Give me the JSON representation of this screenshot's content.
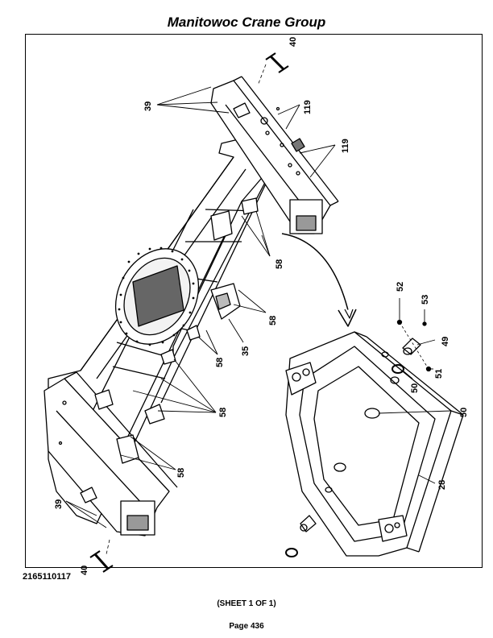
{
  "header": {
    "title": "Manitowoc Crane Group"
  },
  "footer": {
    "figure_number": "2165110117",
    "sheet": "(SHEET 1 OF 1)",
    "page": "Page 436"
  },
  "callouts": {
    "c40_top": "40",
    "c39_top": "39",
    "c119_a": "119",
    "c119_b": "119",
    "c58_a": "58",
    "c58_b": "58",
    "c58_c": "58",
    "c58_d": "58",
    "c58_e": "58",
    "c35": "35",
    "c39_bottom": "39",
    "c40_bottom": "40",
    "c52": "52",
    "c53": "53",
    "c49": "49",
    "c51": "51",
    "c50_a": "50",
    "c50_b": "50",
    "c28": "28"
  }
}
